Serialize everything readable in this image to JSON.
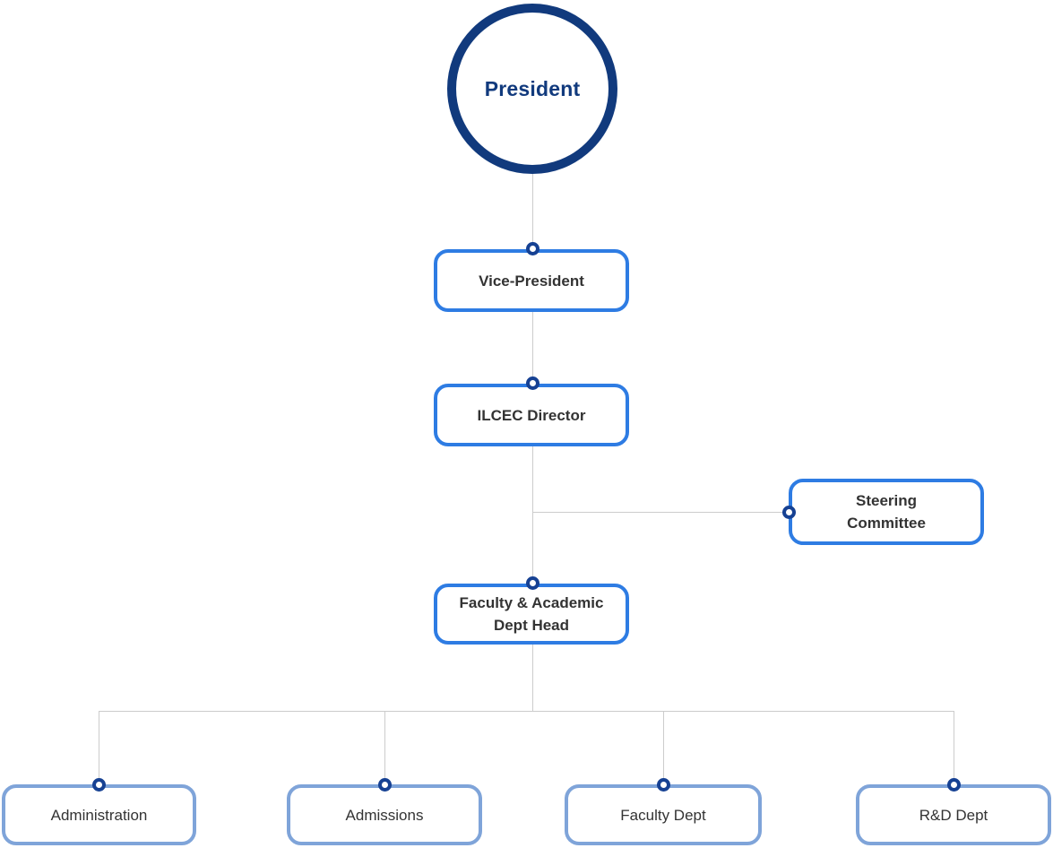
{
  "palette": {
    "navy": "#113A7D",
    "bright_blue": "#2E7CE3",
    "light_blue": "#7FA4D9",
    "dot_ring": "#164193",
    "line_gray": "#CCCCCC",
    "text_dark": "#333333"
  },
  "nodes": {
    "president": {
      "label": "President"
    },
    "vice_president": {
      "label": "Vice-President"
    },
    "ilcec_director": {
      "label": "ILCEC Director"
    },
    "steering_committee": {
      "line1": "Steering",
      "line2": "Committee"
    },
    "faculty_academic_head": {
      "line1": "Faculty & Academic",
      "line2": "Dept Head"
    },
    "administration": {
      "label": "Administration"
    },
    "admissions": {
      "label": "Admissions"
    },
    "faculty_dept": {
      "label": "Faculty Dept"
    },
    "rnd_dept": {
      "label": "R&D Dept"
    }
  }
}
